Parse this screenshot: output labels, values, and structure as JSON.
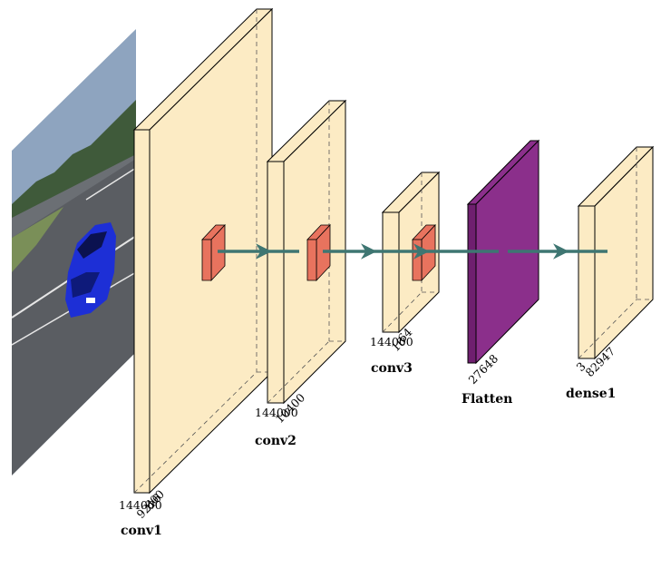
{
  "colors": {
    "conv_fill": "#FCEBC4",
    "kernel_fill": "#E8735E",
    "flatten_fill": "#8B2F8B",
    "arrow": "#3E7672",
    "road": "#5a5d62",
    "sky": "#7f93ad",
    "car": "#1d2fd6"
  },
  "input_image": {
    "description_icon": "car-road-photo-icon"
  },
  "layers": [
    {
      "name": "conv1",
      "dims": [
        "144000",
        "9216",
        "600"
      ]
    },
    {
      "name": "conv2",
      "dims": [
        "144000",
        "10400"
      ]
    },
    {
      "name": "conv3",
      "dims": [
        "144000",
        "16",
        "64"
      ]
    },
    {
      "name": "Flatten",
      "dims": [
        "27648"
      ]
    },
    {
      "name": "dense1",
      "dims": [
        "3",
        "82947"
      ]
    }
  ]
}
